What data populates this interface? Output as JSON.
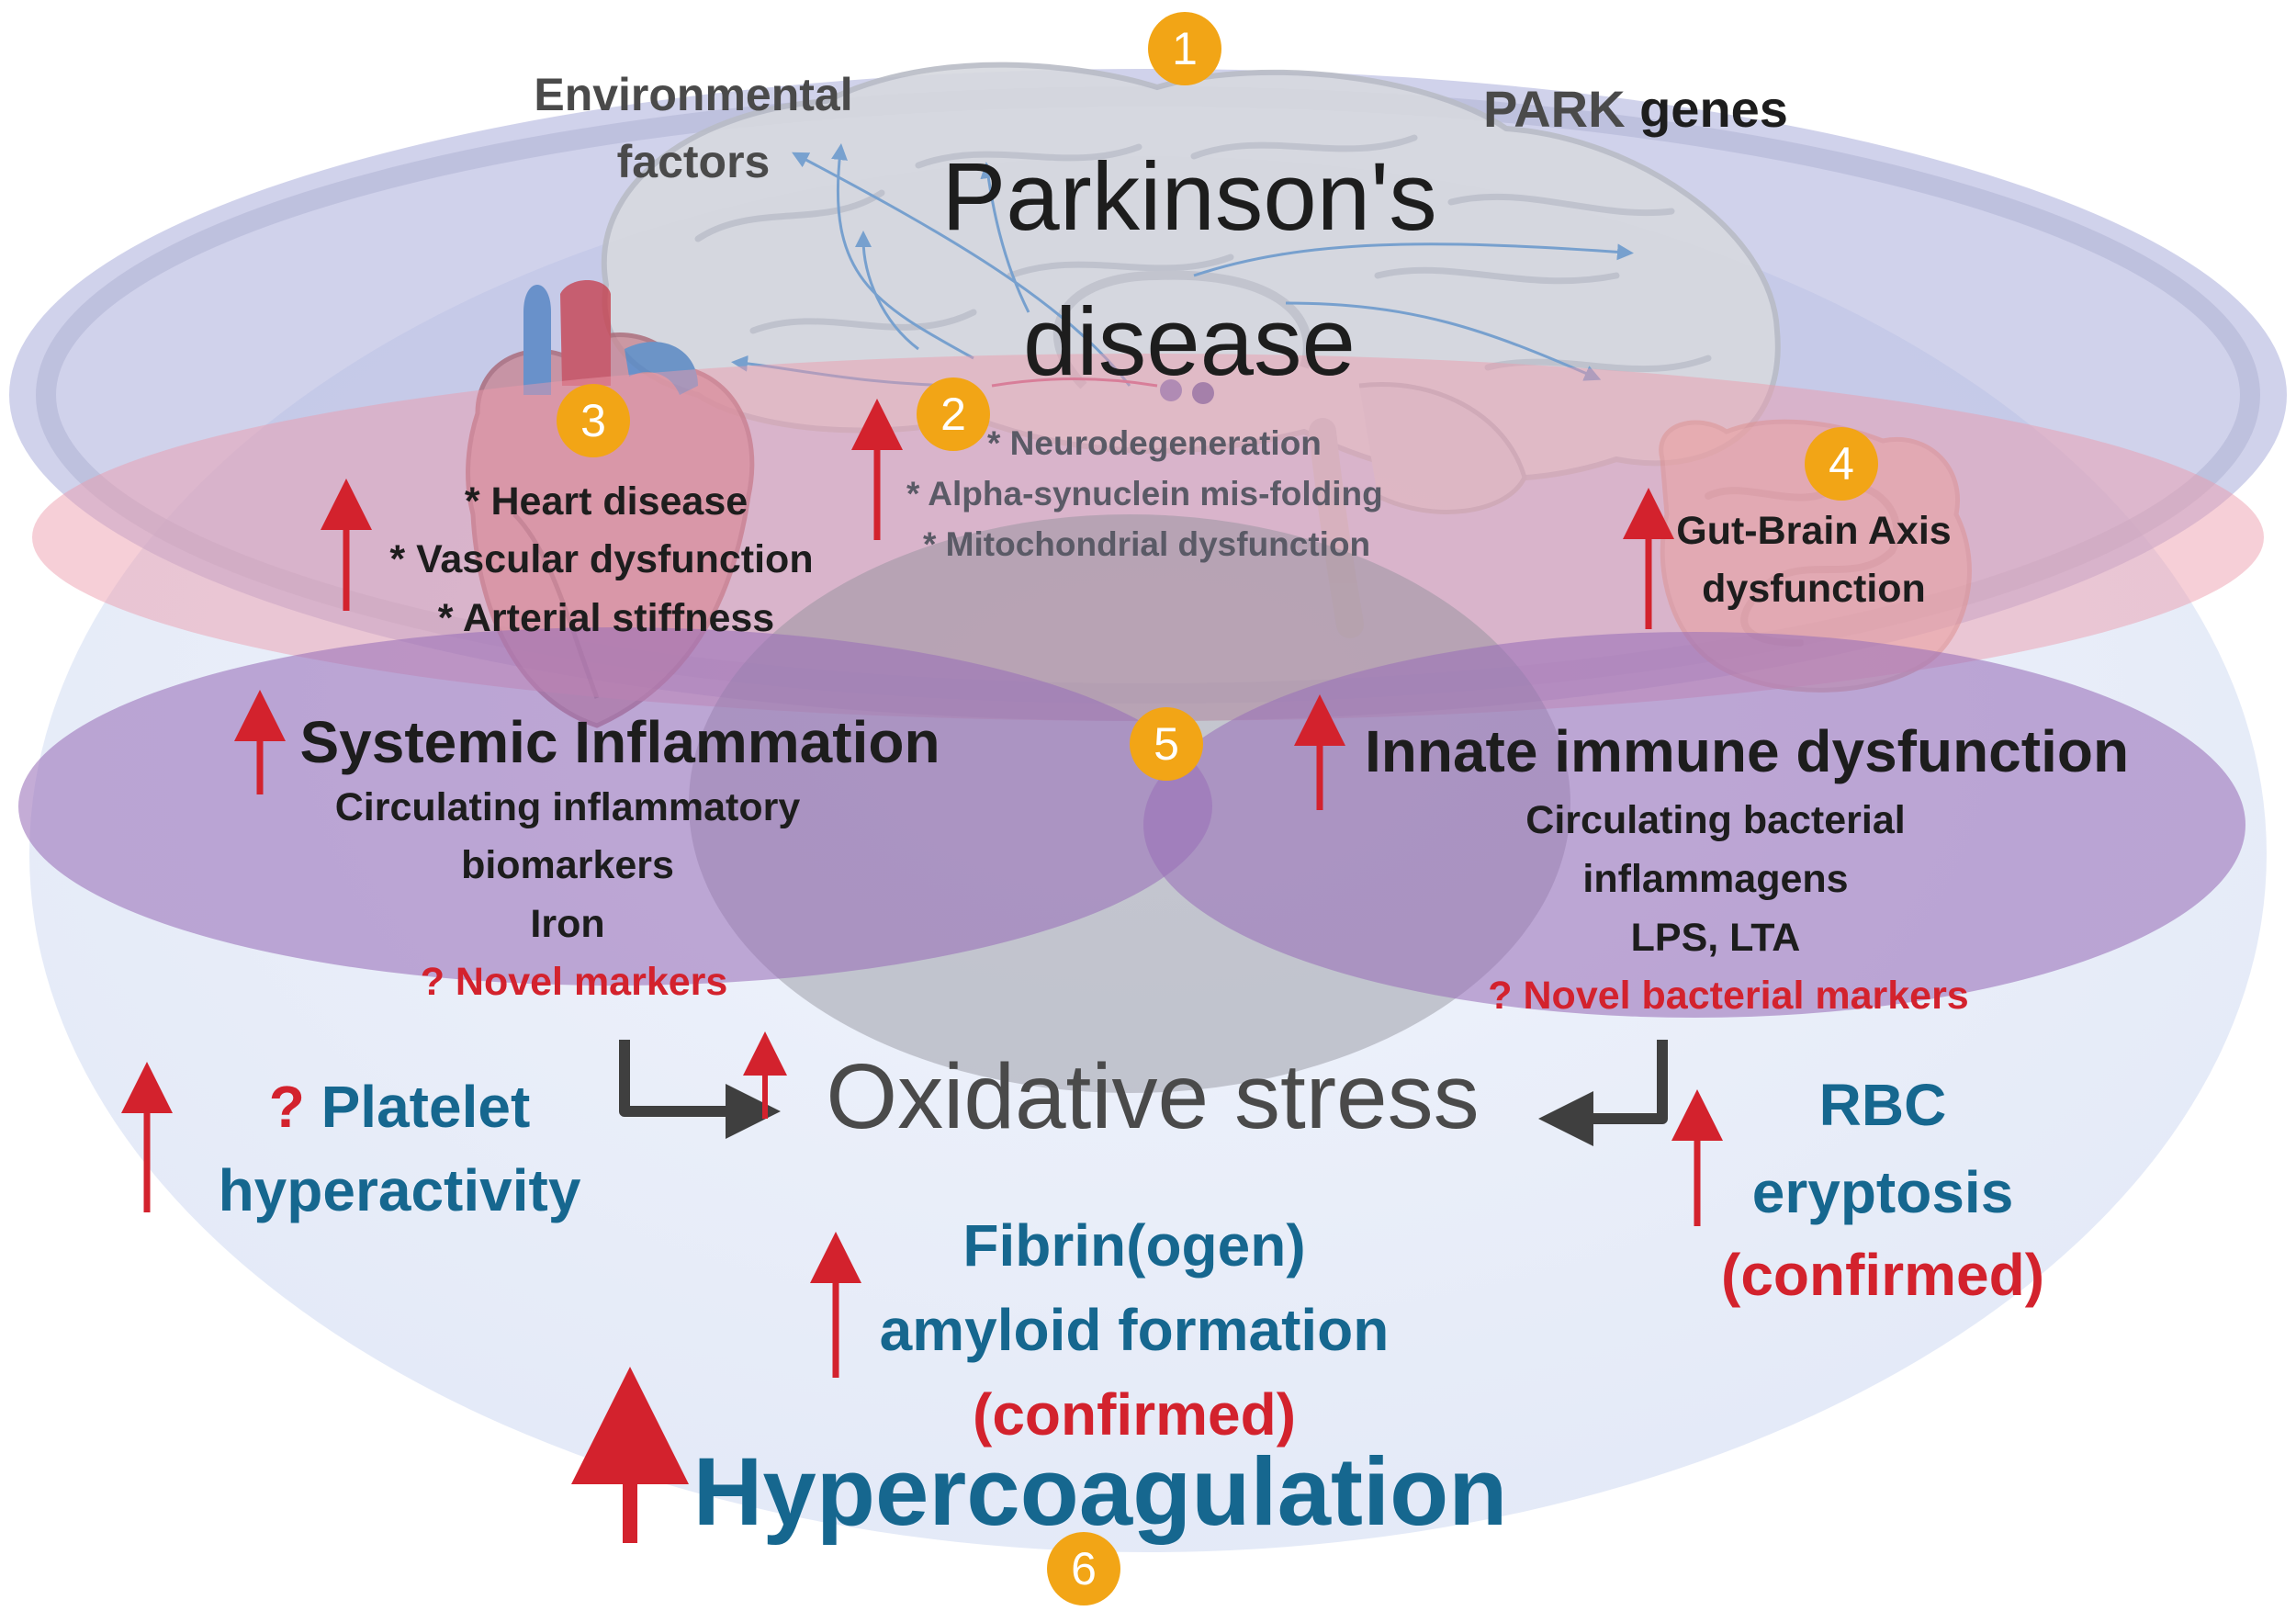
{
  "colors": {
    "badge": "#f2a516",
    "badge_text": "#ffffff",
    "arrow_red": "#d3222d",
    "blue_text": "#16678f",
    "red_text": "#d3222d",
    "dark_text": "#1d1d1d",
    "grey_text": "#4a4a4a",
    "muted_text": "#5a5a66",
    "outer_bowl": "#e4ebf8",
    "top_disc": "#a3a7cf",
    "pink_layer": "#e89aaa",
    "purple_layer": "#9b73b8",
    "center_grey": "#9c9ca6",
    "connector": "#3f3f3f"
  },
  "badges": [
    "1",
    "2",
    "3",
    "4",
    "5",
    "6"
  ],
  "top": {
    "title_line1": "Parkinson's",
    "title_line2": "disease",
    "env_line1": "Environmental",
    "env_line2": "factors",
    "park": "PARK",
    "genes": "genes"
  },
  "brain": {
    "items": [
      "* Neurodegeneration",
      "* Alpha-synuclein mis-folding",
      "* Mitochondrial dysfunction"
    ]
  },
  "heart": {
    "items": [
      "* Heart disease",
      "* Vascular dysfunction",
      "* Arterial stiffness"
    ]
  },
  "gut": {
    "line1": "Gut-Brain Axis",
    "line2": "dysfunction"
  },
  "inflammation": {
    "title": "Systemic Inflammation",
    "lines": [
      "Circulating inflammatory",
      "biomarkers",
      "Iron"
    ],
    "novel": "? Novel markers"
  },
  "immune": {
    "title": "Innate immune dysfunction",
    "lines": [
      "Circulating bacterial",
      "inflammagens",
      "LPS, LTA"
    ],
    "novel": "? Novel bacterial markers"
  },
  "oxidative": "Oxidative stress",
  "platelet": {
    "q": "?",
    "line1": "Platelet",
    "line2": "hyperactivity"
  },
  "rbc": {
    "line1": "RBC",
    "line2": "eryptosis",
    "line3": "(confirmed)"
  },
  "fibrin": {
    "line1": "Fibrin(ogen)",
    "line2": "amyloid formation",
    "line3": "(confirmed)"
  },
  "hypercoagulation": "Hypercoagulation"
}
